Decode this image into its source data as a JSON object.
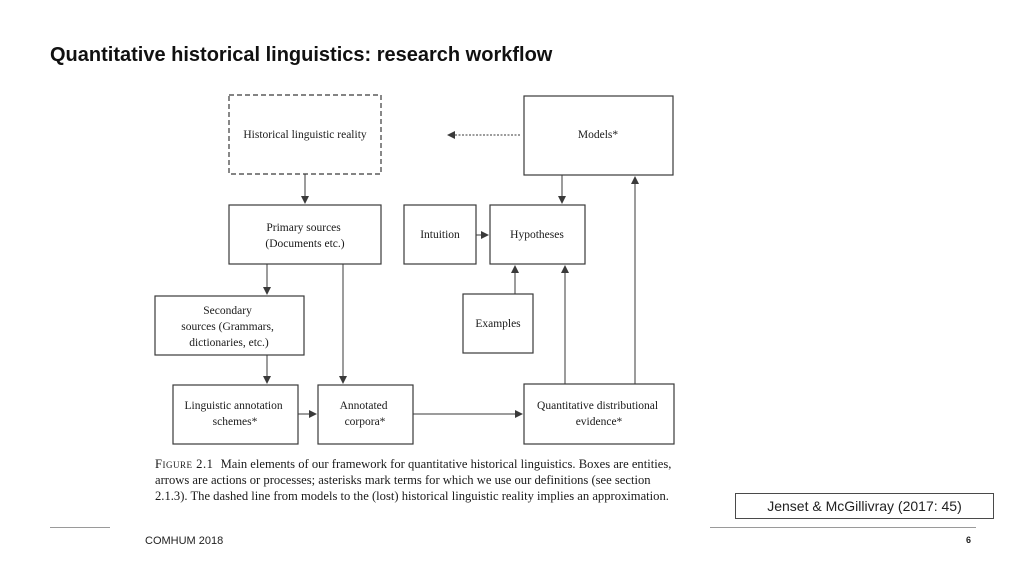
{
  "slide": {
    "title": "Quantitative historical linguistics: research workflow",
    "citation": "Jenset & McGillivray (2017: 45)",
    "footer_label": "COMHUM 2018",
    "page_number": "6"
  },
  "diagram": {
    "boxes": {
      "historical_reality": [
        "Historical linguistic reality"
      ],
      "models": [
        "Models*"
      ],
      "primary_sources": [
        "Primary sources",
        "(Documents etc.)"
      ],
      "intuition": [
        "Intuition"
      ],
      "hypotheses": [
        "Hypotheses"
      ],
      "secondary_sources": [
        "Secondary",
        "sources (Grammars,",
        "dictionaries, etc.)"
      ],
      "examples": [
        "Examples"
      ],
      "annotation_schemes": [
        "Linguistic annotation",
        "schemes*"
      ],
      "annotated_corpora": [
        "Annotated",
        "corpora*"
      ],
      "quantitative_evidence": [
        "Quantitative distributional",
        "evidence*"
      ]
    },
    "caption": {
      "figure_label": "Figure 2.1",
      "text": "Main elements of our framework for quantitative historical linguistics. Boxes are entities, arrows are actions or processes; asterisks mark terms for which we use our definitions (see section 2.1.3). The dashed line from models to the (lost) historical linguistic reality implies an approximation."
    }
  },
  "colors": {
    "title": "#111111",
    "diagram_stroke": "#3a3a3a",
    "footer_line": "#9a9a9a"
  }
}
